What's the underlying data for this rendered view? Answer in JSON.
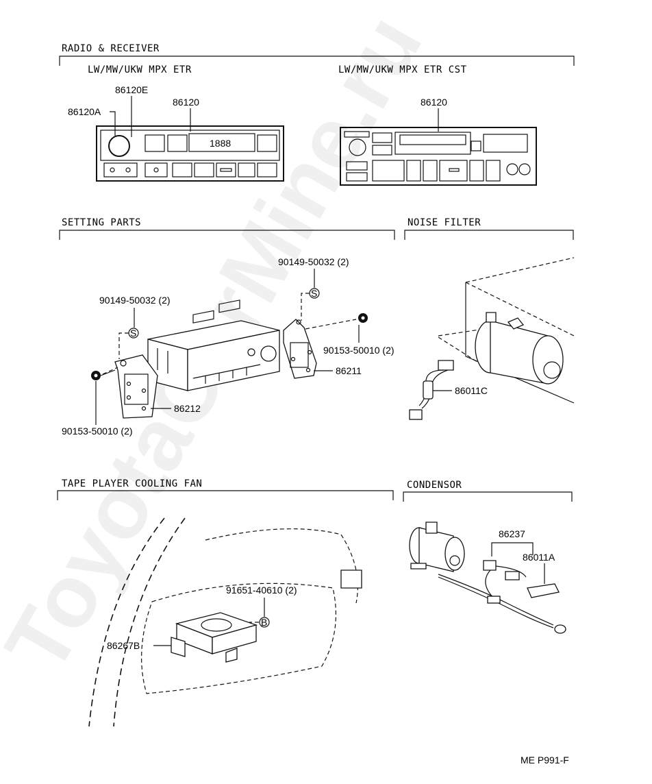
{
  "watermark": "ToyotaCarMine.ru",
  "page_ref": "ME P991-F",
  "sections": {
    "radio": {
      "title": "RADIO & RECEIVER",
      "left_variant": "LW/MW/UKW MPX ETR",
      "right_variant": "LW/MW/UKW MPX ETR CST",
      "display_text": "1888",
      "labels": {
        "knob": "86120A",
        "knob_part": "86120E",
        "unit_left": "86120",
        "unit_right": "86120"
      }
    },
    "setting": {
      "title": "SETTING PARTS",
      "labels": {
        "screw_left": "90149-50032 (2)",
        "screw_right": "90149-50032 (2)",
        "nut_left": "90153-50010 (2)",
        "nut_right": "90153-50010 (2)",
        "bracket_left": "86212",
        "bracket_right": "86211"
      },
      "screw_symbol": "S"
    },
    "noise": {
      "title": "NOISE FILTER",
      "labels": {
        "filter": "86011C"
      }
    },
    "fan": {
      "title": "TAPE PLAYER COOLING FAN",
      "labels": {
        "screw": "91651-40610 (2)",
        "fan": "86267B"
      },
      "screw_symbol": "B"
    },
    "condensor": {
      "title": "CONDENSOR",
      "labels": {
        "wire": "86237",
        "condenser": "86011A"
      }
    }
  }
}
